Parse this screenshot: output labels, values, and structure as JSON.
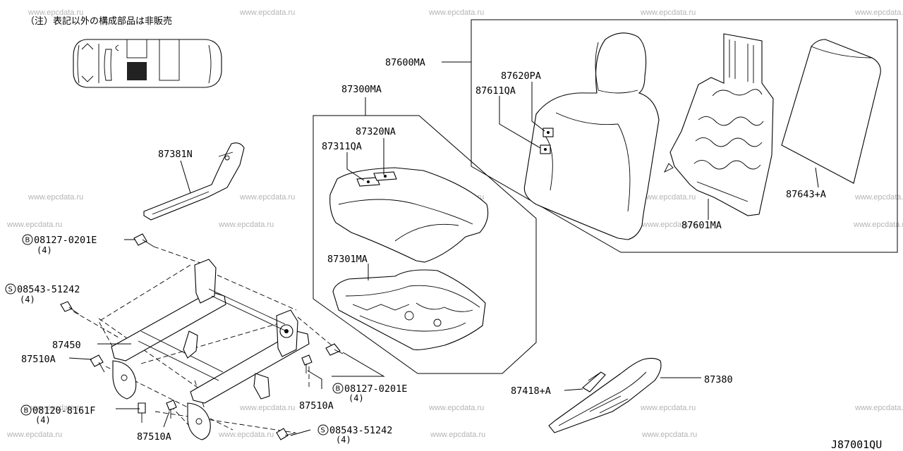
{
  "note": "（注）表記以外の構成部品は非販売",
  "watermark": "www.epcdata.ru",
  "diagram_code": "J87001QU",
  "labels": {
    "l_87600MA": "87600MA",
    "l_87620PA": "87620PA",
    "l_87611QA": "87611QA",
    "l_87300MA": "87300MA",
    "l_87320NA": "87320NA",
    "l_87311QA": "87311QA",
    "l_87381N": "87381N",
    "l_87301MA": "87301MA",
    "l_87643A": "87643+A",
    "l_87601MA": "87601MA",
    "l_87450": "87450",
    "l_87510A_1": "87510A",
    "l_87510A_2": "87510A",
    "l_87510A_3": "87510A",
    "l_87418A": "87418+A",
    "l_87380": "87380"
  },
  "fasteners": [
    {
      "badge": "B",
      "part": "08127-0201E",
      "qty": "(4)"
    },
    {
      "badge": "S",
      "part": "08543-51242",
      "qty": "(4)"
    },
    {
      "badge": "B",
      "part": "08127-0201E",
      "qty": "(4)"
    },
    {
      "badge": "B",
      "part": "08120-8161F",
      "qty": "(4)"
    },
    {
      "badge": "S",
      "part": "08543-51242",
      "qty": "(4)"
    }
  ]
}
